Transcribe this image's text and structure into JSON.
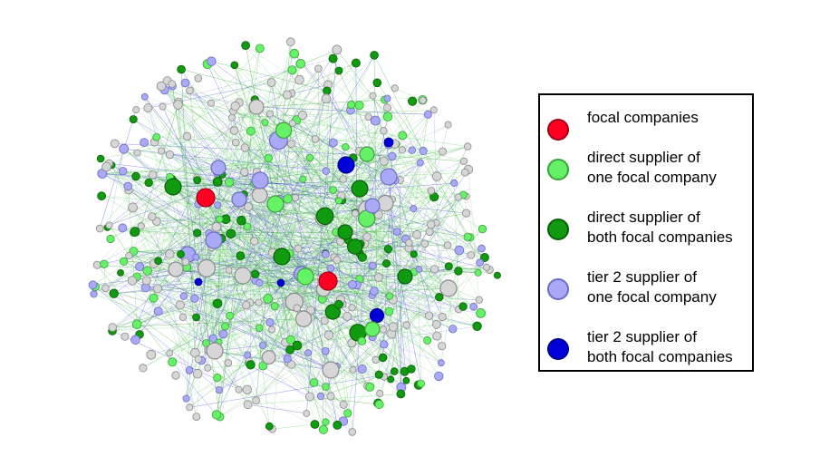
{
  "colors": {
    "focal": "#ff0022",
    "focal_border": "#a0001a",
    "direct_one": "#66f266",
    "direct_one_border": "#3ca03c",
    "direct_both": "#0f9a0f",
    "direct_both_border": "#0b5e0b",
    "tier2_one": "#a9a9f7",
    "tier2_one_border": "#6d6dc0",
    "tier2_both": "#0000d8",
    "tier2_both_border": "#000088",
    "other": "#d6d6d6",
    "other_border": "#8a8a8a"
  },
  "legend": {
    "items": [
      {
        "key": "focal",
        "label": "focal companies"
      },
      {
        "key": "direct_one",
        "label": "direct supplier of\none focal company"
      },
      {
        "key": "direct_both",
        "label": "direct supplier of\nboth focal companies"
      },
      {
        "key": "tier2_one",
        "label": "tier 2 supplier of\none focal company"
      },
      {
        "key": "tier2_both",
        "label": "tier 2 supplier of\nboth focal companies"
      }
    ]
  }
}
